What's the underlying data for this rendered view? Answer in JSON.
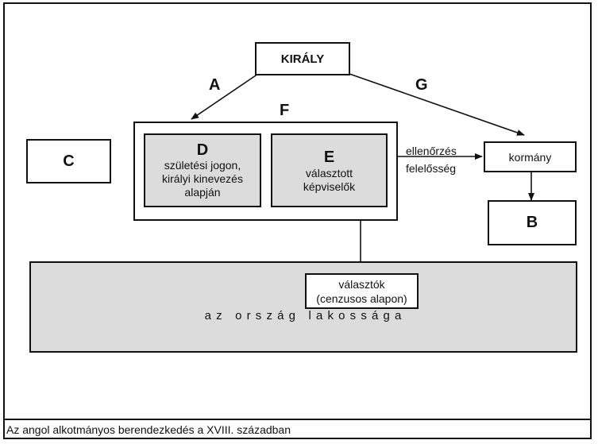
{
  "diagram": {
    "king": "KIRÁLY",
    "letters": {
      "a": "A",
      "g": "G",
      "f": "F",
      "c": "C",
      "d": "D",
      "e": "E",
      "b": "B"
    },
    "lords_text": [
      "születési jogon,",
      "királyi kinevezés",
      "alapján"
    ],
    "commons_text": [
      "választott",
      "képviselők"
    ],
    "government": "kormány",
    "control_label": "ellenőrzés",
    "responsibility_label": "felelősség",
    "electors": [
      "választók",
      "(cenzusos alapon)"
    ],
    "population": "a z   o r s z á g   l a k o s s á g a"
  },
  "caption": "Az angol alkotmányos berendezkedés a XVIII. században"
}
